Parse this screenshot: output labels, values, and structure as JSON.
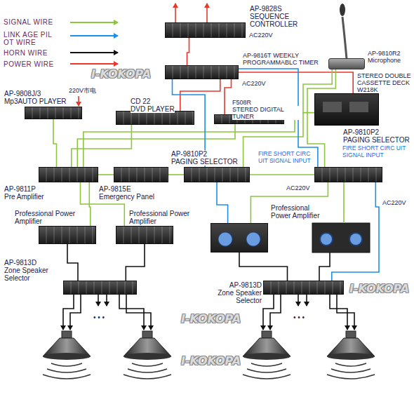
{
  "diagram": {
    "nodes": [
      {
        "text": [
          "AP-9828S",
          "SEQUENCE CONTROLLER"
        ]
      },
      {
        "text": [
          "AP-9816T",
          "WEEKLY PROGRAMMABLC TIMER"
        ]
      },
      {
        "text": [
          "AP-9810R2",
          "Microphone"
        ]
      },
      {
        "text": [
          "STEREO DOUBLE CASSETTE DECK W218K"
        ]
      },
      {
        "text": [
          "AP-9808J/3",
          "Mp3AUTO PLAYER"
        ]
      },
      {
        "text": [
          "CD 22",
          "DVD PLAYER"
        ]
      },
      {
        "text": [
          "F508R",
          "STEREO DIGITAL TUNER"
        ]
      },
      {
        "text": [
          "AP-9811P",
          "Pre Amplifier"
        ]
      },
      {
        "text": [
          "AP-9815E",
          "Emergency Panel"
        ]
      },
      {
        "text": [
          "AP-9810P2",
          "PAGING SELECTOR"
        ]
      },
      {
        "text": [
          "AP-9810P2",
          "PAGING SELECTOR"
        ]
      },
      {
        "text": [
          "Professional Power Amplifier"
        ]
      },
      {
        "text": [
          "Professional Power Amplifier"
        ]
      },
      {
        "text": [
          "Professional Power Amplifier"
        ]
      },
      {
        "text": [
          "AP-9813D",
          "Zone Speaker Selector"
        ]
      },
      {
        "text": [
          "AP-9813D",
          "Zone Speaker Selector"
        ]
      }
    ],
    "edges": [
      {
        "from": 0,
        "to": 1,
        "arrow": "none"
      },
      {
        "from": 1,
        "to": 5,
        "arrow": "none"
      },
      {
        "from": 1,
        "to": 6,
        "arrow": "none"
      },
      {
        "from": 1,
        "to": 3,
        "arrow": "none"
      },
      {
        "from": 2,
        "to": 9,
        "arrow": "none"
      },
      {
        "from": 2,
        "to": 10,
        "arrow": "none"
      },
      {
        "from": 4,
        "to": 7,
        "arrow": "none"
      },
      {
        "from": 5,
        "to": 7,
        "arrow": "none"
      },
      {
        "from": 6,
        "to": 7,
        "arrow": "none"
      },
      {
        "from": 3,
        "to": 7,
        "arrow": "none"
      },
      {
        "from": 7,
        "to": 8,
        "arrow": "none"
      },
      {
        "from": 8,
        "to": 9,
        "arrow": "none"
      },
      {
        "from": 9,
        "to": 10,
        "arrow": "none"
      },
      {
        "from": 1,
        "to": 9,
        "arrow": "none"
      },
      {
        "from": 1,
        "to": 10,
        "arrow": "none"
      },
      {
        "from": 9,
        "to": 13,
        "arrow": "none"
      },
      {
        "from": 7,
        "to": 11,
        "arrow": "none"
      },
      {
        "from": 7,
        "to": 12,
        "arrow": "none"
      },
      {
        "from": 10,
        "to": 13,
        "arrow": "none"
      },
      {
        "from": 11,
        "to": 14,
        "arrow": "none"
      },
      {
        "from": 12,
        "to": 14,
        "arrow": "none"
      },
      {
        "from": 13,
        "to": 15,
        "arrow": "none"
      },
      {
        "from": 10,
        "to": 15,
        "arrow": "none"
      }
    ],
    "labels": [
      "220V市电",
      "AC220V",
      "AC220V",
      "FIRE SHORT CIRC UIT SIGNAL INPUT",
      "FIRE SHORT CIRC UIT SIGNAL INPUT",
      "AC220V",
      "AC220V",
      "• • •",
      "• • •",
      "I-KOKOPA",
      "I-KOKOPA",
      "I-KOKOPA",
      "I-KOKOPA"
    ],
    "legend": [
      {
        "text": "SIGNAL WIRE"
      },
      {
        "text": "LINK AGE PIL OT WIRE"
      },
      {
        "text": "HORN WIRE"
      },
      {
        "text": "POWER WIRE"
      }
    ]
  }
}
